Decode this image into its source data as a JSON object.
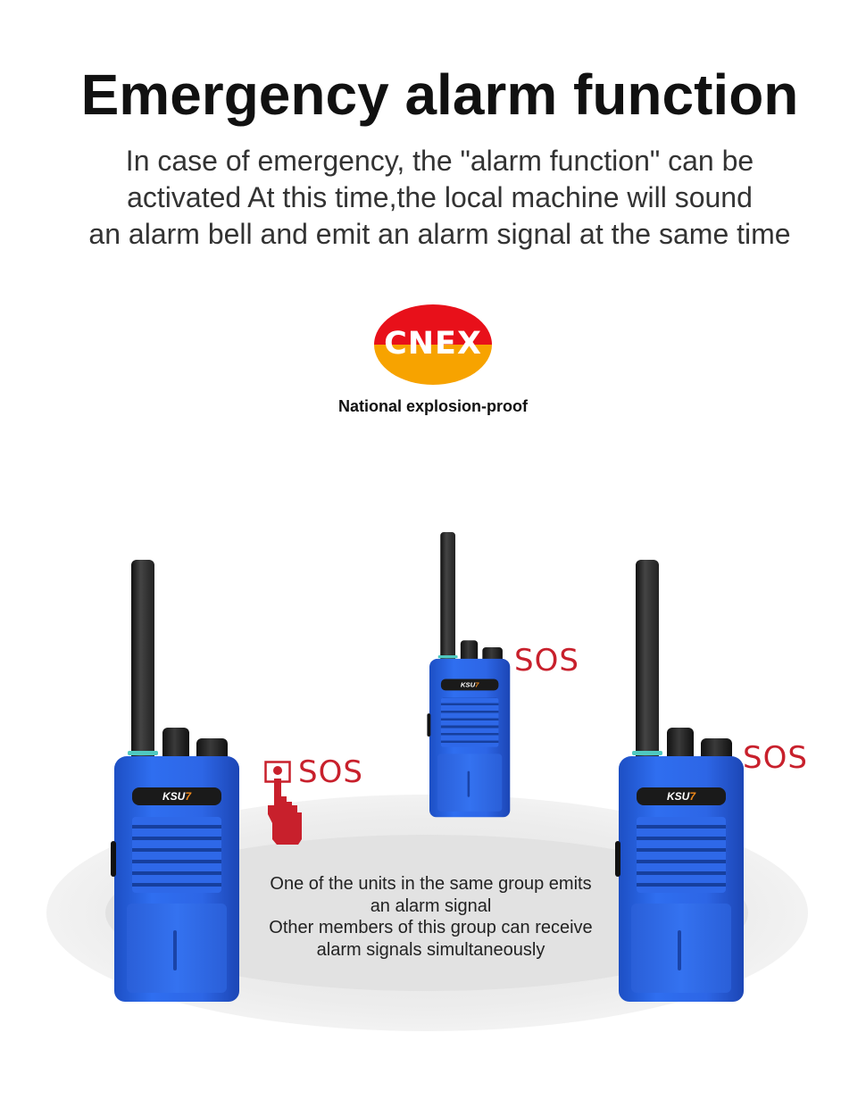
{
  "header": {
    "title": "Emergency alarm function",
    "subtitle_lines": [
      "In case of emergency, the \"alarm function\" can be",
      "activated At this time,the local machine will sound",
      "an alarm bell and emit an alarm signal at the same time"
    ]
  },
  "certification": {
    "logo_text": "CNEX",
    "caption": "National explosion-proof"
  },
  "radios": {
    "brand_label": "KSU",
    "brand_number": "7",
    "sos_label": "SOS"
  },
  "description": {
    "lines": [
      "One of the units in the same group emits",
      "an alarm signal",
      "Other members of this group can receive",
      "alarm signals simultaneously"
    ]
  },
  "colors": {
    "sos_red": "#c8202c",
    "radio_blue": "#2d66e6",
    "logo_red": "#e8101a",
    "logo_orange": "#f7a300"
  }
}
